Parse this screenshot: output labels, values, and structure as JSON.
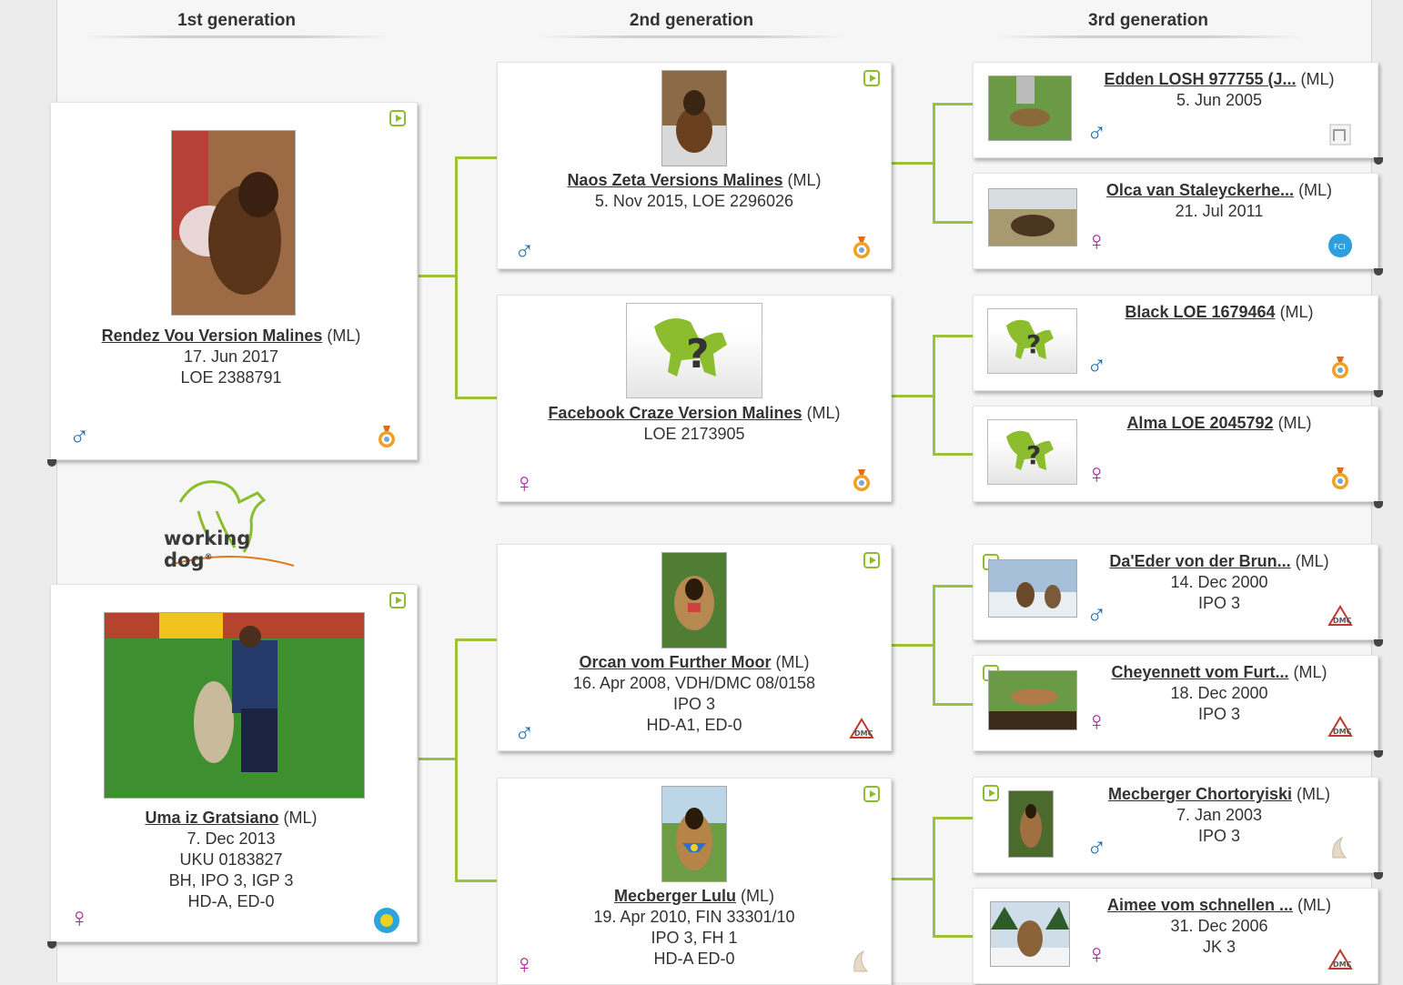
{
  "headers": {
    "gen1": "1st generation",
    "gen2": "2nd generation",
    "gen3": "3rd generation"
  },
  "logo": {
    "word1": "working",
    "word2": "dog",
    "mark": "®"
  },
  "colors": {
    "accent_green": "#8bbd2e",
    "male_blue": "#1f6fb3",
    "female_magenta": "#b21fa0"
  },
  "gen1": [
    {
      "name": "Rendez Vou Version Malines",
      "breed": "(ML)",
      "lines": [
        "17. Jun 2017",
        "LOE 2388791"
      ],
      "sex_icon": "male-icon",
      "sex_symbol": "♂",
      "club_icon": "rsce-medal-icon",
      "has_video": true
    },
    {
      "name": "Uma iz Gratsiano",
      "breed": "(ML)",
      "lines": [
        "7. Dec 2013",
        "UKU 0183827",
        "BH, IPO 3, IGP 3",
        "HD-A, ED-0"
      ],
      "sex_icon": "female-icon",
      "sex_symbol": "♀",
      "club_icon": "uku-icon",
      "has_video": true
    }
  ],
  "gen2": [
    {
      "name": "Naos Zeta Versions Malines",
      "breed": "(ML)",
      "lines": [
        "5. Nov 2015, LOE 2296026"
      ],
      "sex_symbol": "♂",
      "club_icon": "rsce-medal-icon",
      "has_video": true
    },
    {
      "name": "Facebook Craze Version Malines",
      "breed": "(ML)",
      "lines": [
        "LOE 2173905"
      ],
      "sex_symbol": "♀",
      "club_icon": "rsce-medal-icon",
      "has_video": false
    },
    {
      "name": "Orcan vom Further Moor",
      "breed": "(ML)",
      "lines": [
        "16. Apr 2008, VDH/DMC 08/0158",
        "IPO 3",
        "HD-A1, ED-0"
      ],
      "sex_symbol": "♂",
      "club_icon": "dmc-icon",
      "has_video": true
    },
    {
      "name": "Mecberger Lulu",
      "breed": "(ML)",
      "lines": [
        "19. Apr 2010, FIN 33301/10",
        "IPO 3, FH 1",
        "HD-A ED-0"
      ],
      "sex_symbol": "♀",
      "club_icon": "skl-icon",
      "has_video": true
    }
  ],
  "gen3": [
    {
      "name": "Edden LOSH 977755 (J...",
      "breed": "(ML)",
      "lines": [
        "5. Jun 2005"
      ],
      "sex_symbol": "♂",
      "club_icon": "losh-icon",
      "has_video": false
    },
    {
      "name": "Olca van Staleyckerhe...",
      "breed": "(ML)",
      "lines": [
        "21. Jul 2011"
      ],
      "sex_symbol": "♀",
      "club_icon": "fci-icon",
      "has_video": false
    },
    {
      "name": "Black LOE 1679464",
      "breed": "(ML)",
      "lines": [],
      "sex_symbol": "♂",
      "club_icon": "rsce-medal-icon",
      "has_video": false
    },
    {
      "name": "Alma LOE 2045792",
      "breed": "(ML)",
      "lines": [],
      "sex_symbol": "♀",
      "club_icon": "rsce-medal-icon",
      "has_video": false
    },
    {
      "name": "Da'Eder von der Brun...",
      "breed": "(ML)",
      "lines": [
        "14. Dec 2000",
        "IPO 3"
      ],
      "sex_symbol": "♂",
      "club_icon": "dmc-icon",
      "has_video": true
    },
    {
      "name": "Cheyennett vom Furt...",
      "breed": "(ML)",
      "lines": [
        "18. Dec 2000",
        "IPO 3"
      ],
      "sex_symbol": "♀",
      "club_icon": "dmc-icon",
      "has_video": true
    },
    {
      "name": "Mecberger Chortoryiski",
      "breed": "(ML)",
      "lines": [
        "7. Jan 2003",
        "IPO 3"
      ],
      "sex_symbol": "♂",
      "club_icon": "skl-icon",
      "has_video": true
    },
    {
      "name": "Aimee vom schnellen ...",
      "breed": "(ML)",
      "lines": [
        "31. Dec 2006",
        "JK 3"
      ],
      "sex_symbol": "♀",
      "club_icon": "dmc-icon",
      "has_video": false
    }
  ]
}
